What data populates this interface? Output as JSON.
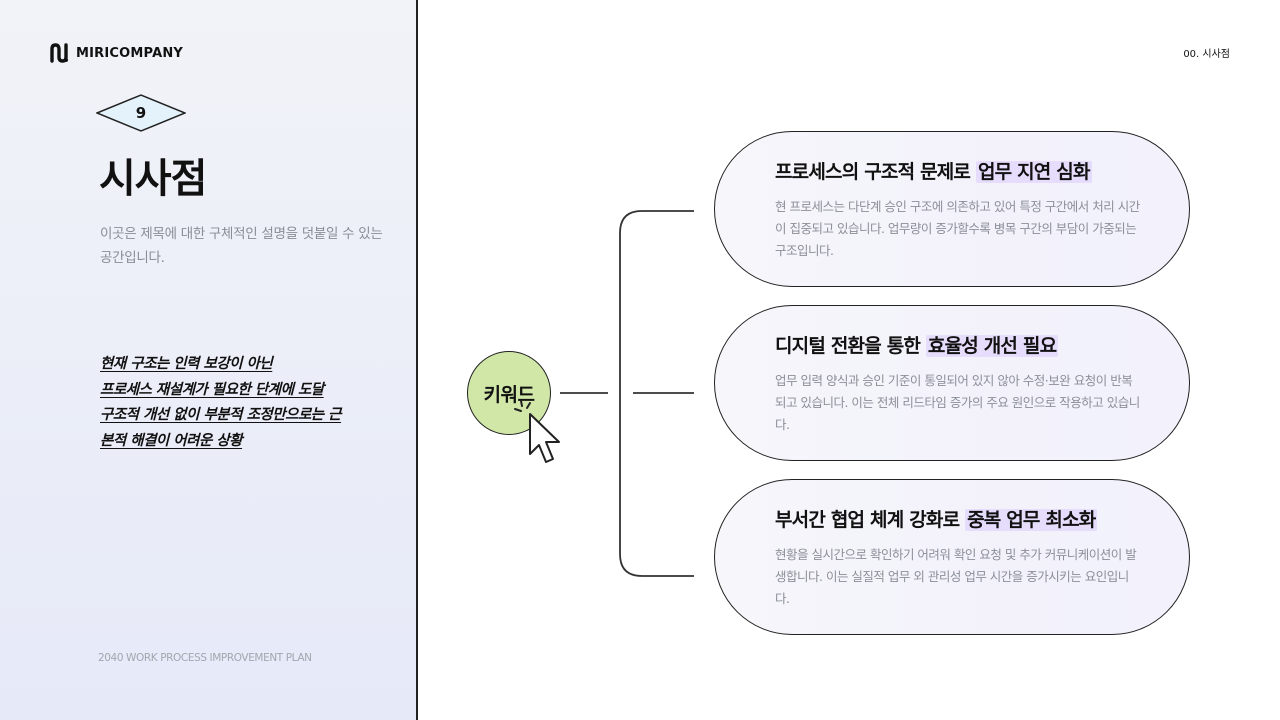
{
  "brand": {
    "name": "MIRICOMPANY",
    "logo_icon": "m-logo-icon"
  },
  "header": {
    "section_label": "00. 시사점"
  },
  "left": {
    "page_number": "9",
    "title": "시사점",
    "description": "이곳은 제목에 대한 구체적인 설명을 덧붙일 수 있는 공간입니다.",
    "callout_lines": [
      "현재 구조는 인력 보강이 아닌",
      "프로세스 재설계가 필요한 단계에 도달",
      "구조적 개선 없이 부분적 조정만으로는 근",
      "본적 해결이 어려운 상황"
    ],
    "footer": "2040 WORK PROCESS IMPROVEMENT PLAN"
  },
  "keyword": {
    "label": "키워드",
    "accent_color": "#d1e7a8",
    "cursor_icon": "pointer-cursor-icon"
  },
  "cards": [
    {
      "title_plain": "프로세스의 구조적 문제로 ",
      "title_highlight": "업무 지연 심화",
      "body": "현 프로세스는 다단계 승인 구조에 의존하고 있어 특정 구간에서 처리 시간이 집중되고 있습니다. 업무량이 증가할수록 병목 구간의 부담이 가중되는 구조입니다."
    },
    {
      "title_plain": "디지털 전환을 통한 ",
      "title_highlight": "효율성 개선 필요",
      "body": "업무 입력 양식과 승인 기준이 통일되어 있지 않아 수정·보완 요청이 반복되고 있습니다. 이는 전체 리드타임 증가의 주요 원인으로 작용하고 있습니다."
    },
    {
      "title_plain": "부서간 협업 체계 강화로 ",
      "title_highlight": "중복 업무 최소화",
      "body": "현황을 실시간으로 확인하기 어려워 확인 요청 및 추가 커뮤니케이션이 발생합니다. 이는 실질적 업무 외 관리성 업무 시간을 증가시키는 요인입니다."
    }
  ],
  "colors": {
    "highlight": "#e6dcfb",
    "panel_bg": "#eceff8"
  }
}
